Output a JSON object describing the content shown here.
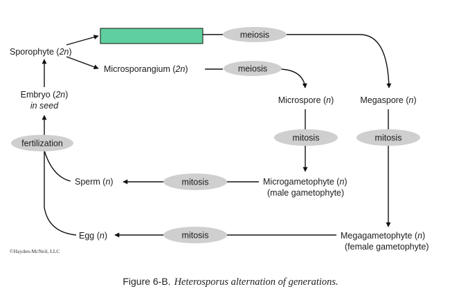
{
  "colors": {
    "green_box": "#5fcf9f",
    "oval_fill": "#cfcfcf",
    "line": "#111111"
  },
  "nodes": {
    "sporophyte": {
      "text": "Sporophyte (",
      "var": "2n",
      "close": ")"
    },
    "microsporangium": {
      "text": "Microsporangium (",
      "var": "2n",
      "close": ")"
    },
    "embryo": {
      "text": "Embryo (",
      "var": "2n",
      "close": ")",
      "sub": "in seed"
    },
    "microspore": {
      "text": "Microspore (",
      "var": "n",
      "close": ")"
    },
    "megaspore": {
      "text": "Megaspore (",
      "var": "n",
      "close": ")"
    },
    "microgametophyte": {
      "text": "Microgametophyte (",
      "var": "n",
      "close": ")",
      "sub": "(male gametophyte)"
    },
    "megagametophyte": {
      "text": "Megagametophyte (",
      "var": "n",
      "close": ")",
      "sub": "(female gametophyte)"
    },
    "sperm": {
      "text": "Sperm (",
      "var": "n",
      "close": ")"
    },
    "egg": {
      "text": "Egg (",
      "var": "n",
      "close": ")"
    }
  },
  "processes": {
    "meiosis_top": "meiosis",
    "meiosis_micro": "meiosis",
    "mitosis_microspore": "mitosis",
    "mitosis_megaspore": "mitosis",
    "mitosis_sperm": "mitosis",
    "mitosis_egg": "mitosis",
    "fertilization": "fertilization"
  },
  "copyright": "©Hayden-McNeil, LLC",
  "caption": {
    "figure": "Figure 6-B.",
    "text": "Heterosporus alternation of generations."
  }
}
